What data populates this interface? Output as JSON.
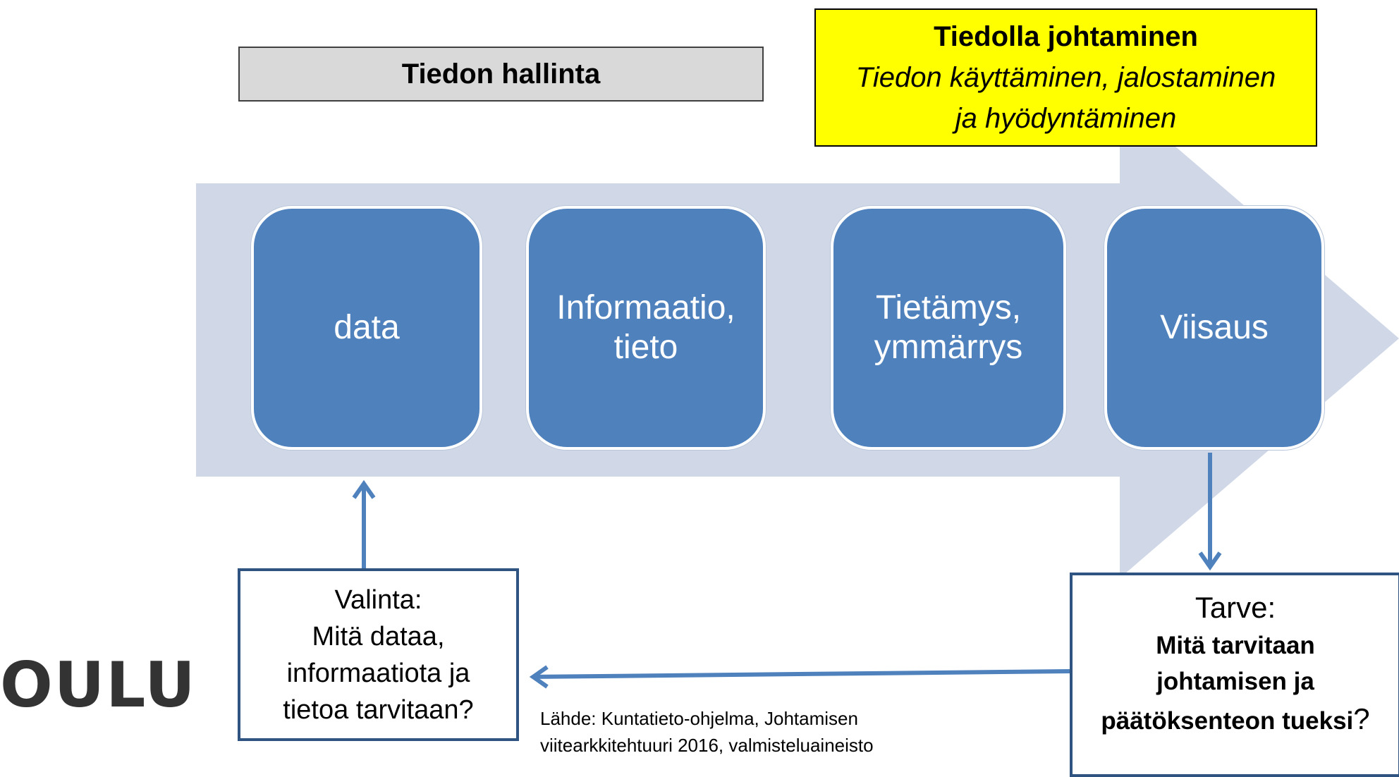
{
  "header": {
    "left_box_label": "Tiedon hallinta",
    "right_box_title": "Tiedolla johtaminen",
    "right_box_subtitle_line1": "Tiedon käyttäminen, jalostaminen",
    "right_box_subtitle_line2": "ja hyödyntäminen"
  },
  "stages": [
    {
      "line1": "data",
      "line2": ""
    },
    {
      "line1": "Informaatio,",
      "line2": "tieto"
    },
    {
      "line1": "Tietämys,",
      "line2": "ymmärrys"
    },
    {
      "line1": "Viisaus",
      "line2": ""
    }
  ],
  "valinta": {
    "line1": "Valinta:",
    "line2": "Mitä dataa,",
    "line3": "informaatiota ja",
    "line4": "tietoa tarvitaan?"
  },
  "tarve": {
    "heading": "Tarve:",
    "line1": "Mitä tarvitaan",
    "line2": "johtamisen ja",
    "line3": "päätöksenteon tueksi",
    "suffix": "?"
  },
  "source": {
    "line1": "Lähde: Kuntatieto-ohjelma, Johtamisen",
    "line2": "viitearkkitehtuuri 2016, valmisteluaineisto"
  },
  "logo": {
    "text": "OULU"
  },
  "colors": {
    "arrow": "#d0d8e8",
    "stage_fill": "#4f81bd",
    "connector": "#4f81bd",
    "highlight": "#ffff00",
    "gray_box": "#d9d9d9"
  }
}
